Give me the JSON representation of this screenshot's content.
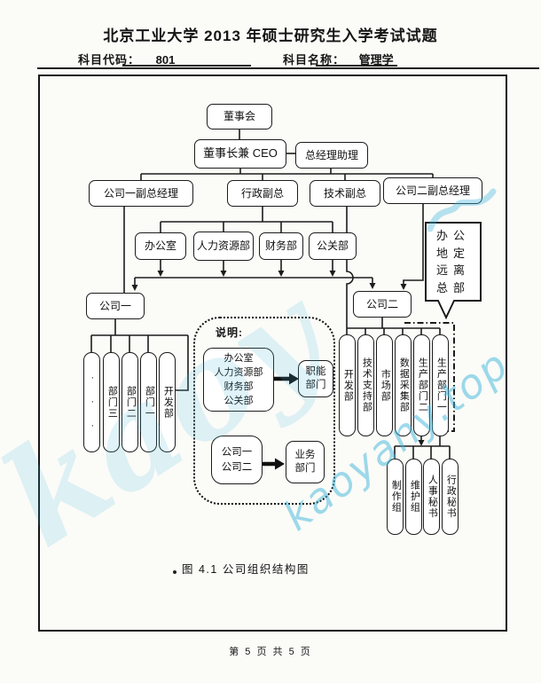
{
  "header": {
    "title": "北京工业大学 2013 年硕士研究生入学考试试题",
    "subject_code_label": "科目代码：",
    "subject_code": "801",
    "subject_name_label": "科目名称：",
    "subject_name": "管理学"
  },
  "org": {
    "board": "董事会",
    "ceo": "董事长兼 CEO",
    "assistant": "总经理助理",
    "vp_company1": "公司一副总经理",
    "vp_admin": "行政副总",
    "vp_tech": "技术副总",
    "vp_company2": "公司二副总经理",
    "office": "办公室",
    "hr": "人力资源部",
    "finance": "财务部",
    "pr": "公关部",
    "company1": "公司一",
    "company2": "公司二",
    "company1_depts": [
      "· · ·",
      "部门三",
      "部门二",
      "部门一",
      "开发部"
    ],
    "company2_depts": [
      "开发部",
      "技术支持部",
      "市场部",
      "数据采集部",
      "生产部门二",
      "生产部门一"
    ],
    "production_units": [
      "制作组",
      "维护组",
      "人事秘书",
      "行政秘书"
    ],
    "remote_note": "办公\n地定\n远离\n总部"
  },
  "legend": {
    "title": "说明:",
    "functional_sources": "办公室\n人力资源部\n财务部\n公关部",
    "functional_label": "职能\n部门",
    "business_sources": "公司一\n公司二",
    "business_label": "业务\n部门"
  },
  "figure": {
    "caption": "图 4.1 公司组织结构图"
  },
  "footer": {
    "page_text": "第 5 页 共 5 页"
  },
  "watermark": {
    "text": "kaoyany.top",
    "text_large": "kaoy",
    "color": "#3fb6dc"
  }
}
